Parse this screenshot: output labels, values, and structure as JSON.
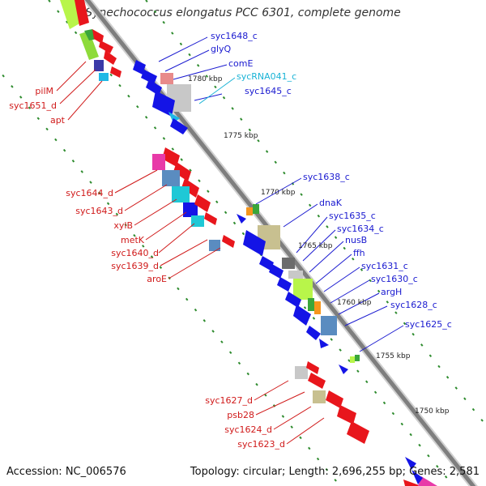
{
  "title": "Synechococcus elongatus PCC 6301, complete genome",
  "accession": "Accession: NC_006576",
  "topology": "Topology: circular; Length: 2,696,255 bp; Genes: 2,581",
  "kbp_labels": [
    "1780 kbp",
    "1775 kbp",
    "1770 kbp",
    "1765 kbp",
    "1760 kbp",
    "1755 kbp",
    "1750 kbp"
  ],
  "right_labels": [
    {
      "text": "syc1648_c",
      "color": "#1a1ad0"
    },
    {
      "text": "glyQ",
      "color": "#1a1ad0"
    },
    {
      "text": "comE",
      "color": "#1a1ad0"
    },
    {
      "text": "sycRNA041_c",
      "color": "#19b3d6"
    },
    {
      "text": "syc1645_c",
      "color": "#1a1ad0"
    },
    {
      "text": "syc1638_c",
      "color": "#1a1ad0"
    },
    {
      "text": "dnaK",
      "color": "#1a1ad0"
    },
    {
      "text": "syc1635_c",
      "color": "#1a1ad0"
    },
    {
      "text": "syc1634_c",
      "color": "#1a1ad0"
    },
    {
      "text": "nusB",
      "color": "#1a1ad0"
    },
    {
      "text": "ffh",
      "color": "#1a1ad0"
    },
    {
      "text": "syc1631_c",
      "color": "#1a1ad0"
    },
    {
      "text": "syc1630_c",
      "color": "#1a1ad0"
    },
    {
      "text": "argH",
      "color": "#1a1ad0"
    },
    {
      "text": "syc1628_c",
      "color": "#1a1ad0"
    },
    {
      "text": "syc1625_c",
      "color": "#1a1ad0"
    }
  ],
  "left_labels": [
    {
      "text": "pilM",
      "color": "#d01a1a"
    },
    {
      "text": "syc1651_d",
      "color": "#d01a1a"
    },
    {
      "text": "apt",
      "color": "#d01a1a"
    },
    {
      "text": "syc1644_d",
      "color": "#d01a1a"
    },
    {
      "text": "syc1643_d",
      "color": "#d01a1a"
    },
    {
      "text": "xylB",
      "color": "#d01a1a"
    },
    {
      "text": "metK",
      "color": "#d01a1a"
    },
    {
      "text": "syc1640_d",
      "color": "#d01a1a"
    },
    {
      "text": "syc1639_d",
      "color": "#d01a1a"
    },
    {
      "text": "aroE",
      "color": "#d01a1a"
    },
    {
      "text": "syc1627_d",
      "color": "#d01a1a"
    },
    {
      "text": "psb28",
      "color": "#d01a1a"
    },
    {
      "text": "syc1624_d",
      "color": "#d01a1a"
    },
    {
      "text": "syc1623_d",
      "color": "#d01a1a"
    }
  ],
  "colors": {
    "forward_gene": "#e8161c",
    "reverse_gene": "#1414e6",
    "backbone": "#8c8c8c",
    "ticks": "#2e8b2e"
  }
}
